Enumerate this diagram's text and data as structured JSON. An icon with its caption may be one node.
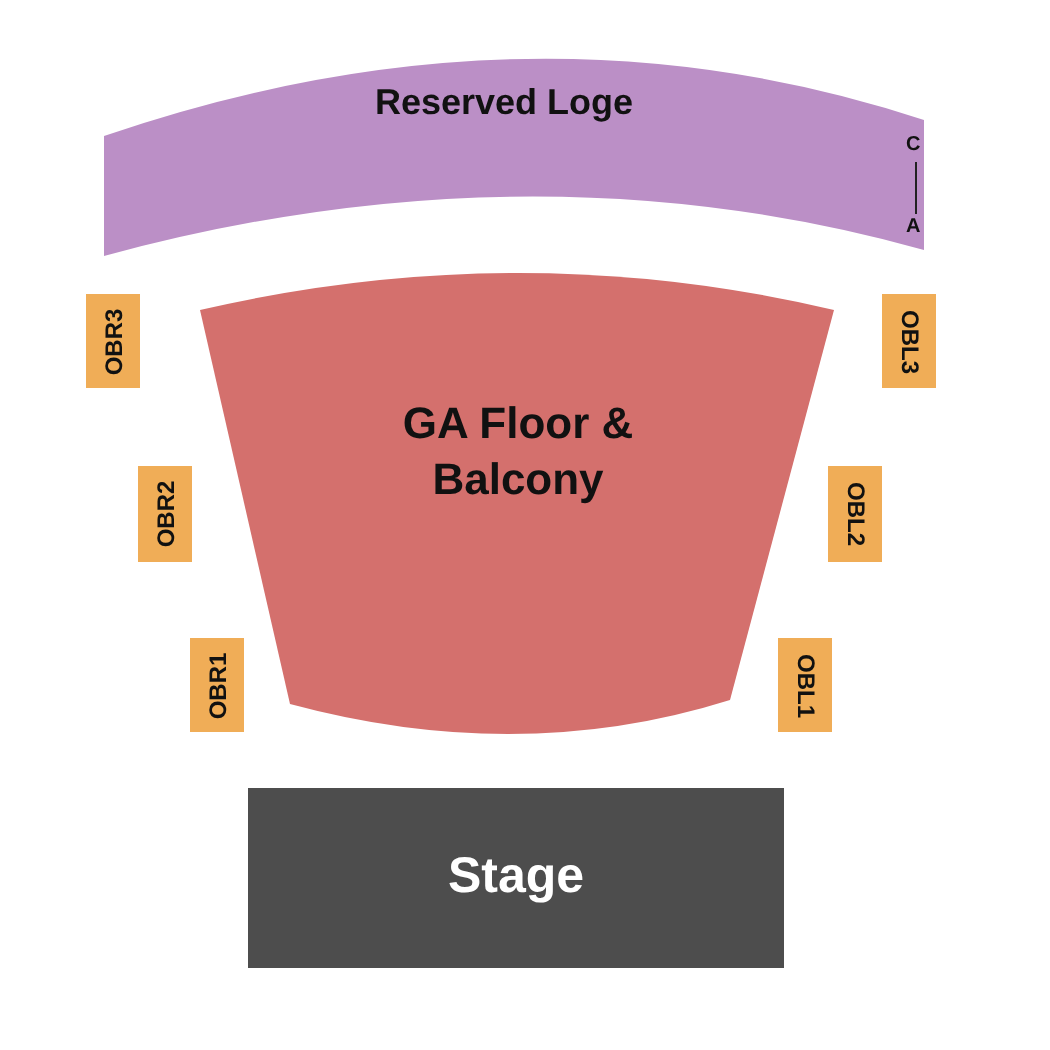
{
  "diagram": {
    "nodes": [
      {
        "text": [
          "Reserved Loge"
        ]
      },
      {
        "text": [
          "GA Floor & Balcony"
        ]
      },
      {
        "text": [
          "Stage"
        ]
      },
      {
        "text": [
          "OBR3"
        ]
      },
      {
        "text": [
          "OBL3"
        ]
      },
      {
        "text": [
          "OBR2"
        ]
      },
      {
        "text": [
          "OBL2"
        ]
      },
      {
        "text": [
          "OBR1"
        ]
      },
      {
        "text": [
          "OBL1"
        ]
      }
    ],
    "labels": [
      "C",
      "A"
    ]
  }
}
